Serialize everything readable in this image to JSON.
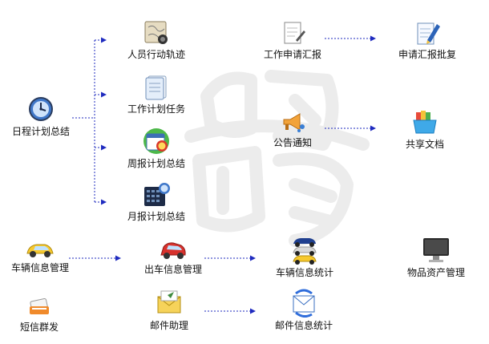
{
  "nodes": {
    "schedule_summary": {
      "label": "日程计划总结",
      "icon": "clock-icon"
    },
    "staff_track": {
      "label": "人员行动轨迹",
      "icon": "map-icon"
    },
    "work_task": {
      "label": "工作计划任务",
      "icon": "notebook-icon"
    },
    "weekly_summary": {
      "label": "周报计划总结",
      "icon": "calendar-icon"
    },
    "monthly_summary": {
      "label": "月报计划总结",
      "icon": "calculator-icon"
    },
    "work_request": {
      "label": "工作申请汇报",
      "icon": "pen-document-icon"
    },
    "request_approval": {
      "label": "申请汇报批复",
      "icon": "pen-clipboard-icon"
    },
    "announcement": {
      "label": "公告通知",
      "icon": "megaphone-icon"
    },
    "shared_docs": {
      "label": "共享文档",
      "icon": "folder-box-icon"
    },
    "vehicle_info": {
      "label": "车辆信息管理",
      "icon": "yellow-car-icon"
    },
    "dispatch_info": {
      "label": "出车信息管理",
      "icon": "red-car-icon"
    },
    "vehicle_stats": {
      "label": "车辆信息统计",
      "icon": "stacked-cars-icon"
    },
    "asset_mgmt": {
      "label": "物品资产管理",
      "icon": "monitor-icon"
    },
    "sms_broadcast": {
      "label": "短信群发",
      "icon": "sms-icon"
    },
    "mail_assistant": {
      "label": "邮件助理",
      "icon": "mail-icon"
    },
    "mail_stats": {
      "label": "邮件信息统计",
      "icon": "mail-sync-icon"
    }
  },
  "colors": {
    "connector": "#1f2bbf",
    "watermark": "#ededed",
    "text": "#111111"
  }
}
